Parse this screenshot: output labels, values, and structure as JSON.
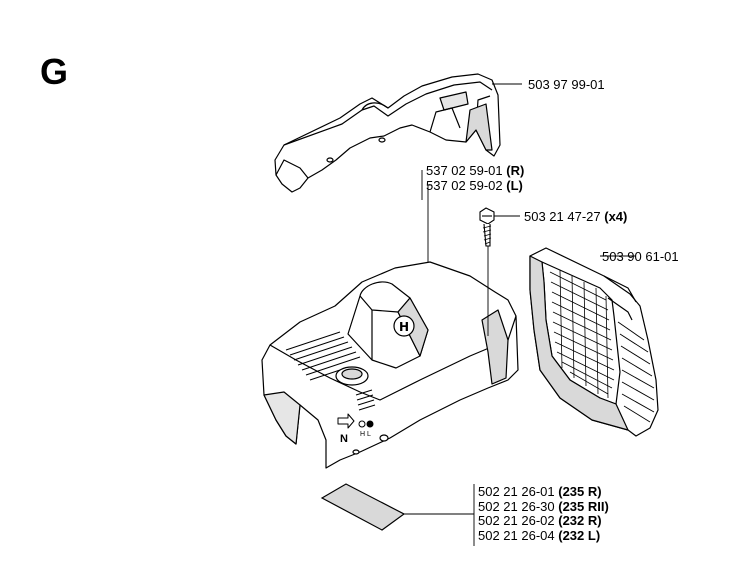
{
  "section": {
    "letter": "G"
  },
  "callouts": {
    "top_cover": {
      "part": "503 97 99-01",
      "qualifier": ""
    },
    "cylinder_cover": [
      {
        "part": "537 02 59-01",
        "qualifier": "(R)"
      },
      {
        "part": "537 02 59-02",
        "qualifier": "(L)"
      }
    ],
    "screw": {
      "part": "503 21 47-27",
      "qualifier": "(x4)"
    },
    "air_filter": {
      "part": "503 90 61-01",
      "qualifier": ""
    },
    "decal": [
      {
        "part": "502 21 26-01",
        "qualifier": "(235 R)"
      },
      {
        "part": "502 21 26-30",
        "qualifier": "(235 RII)"
      },
      {
        "part": "502 21 26-02",
        "qualifier": "(232 R)"
      },
      {
        "part": "502 21 26-04",
        "qualifier": "(232 L)"
      }
    ]
  },
  "decal_marks": {
    "symbol_n": "N",
    "symbol_hl": "H L"
  },
  "colors": {
    "line": "#000000",
    "fill": "#ffffff",
    "shade": "#d9d9d9"
  }
}
